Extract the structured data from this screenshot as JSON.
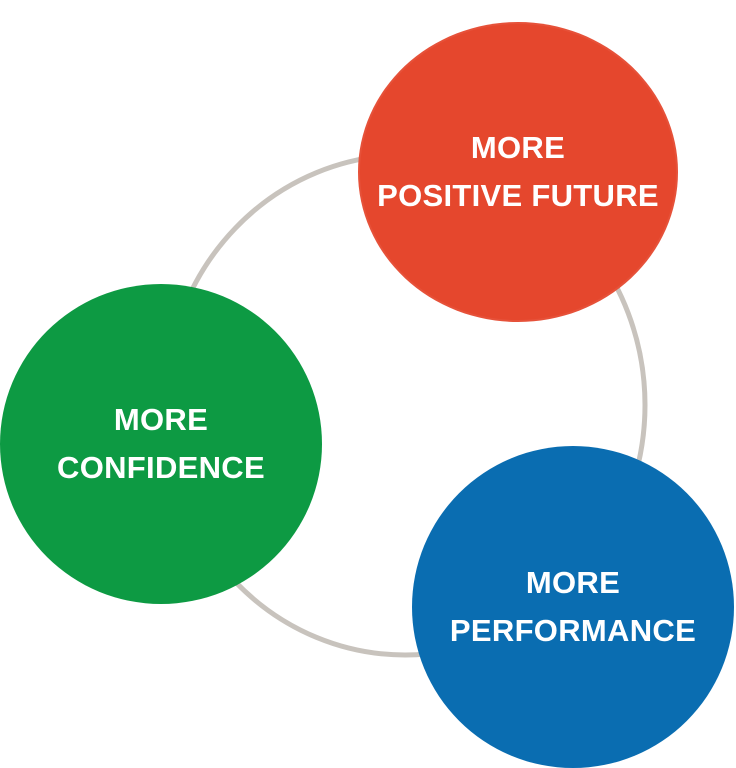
{
  "diagram": {
    "nodes": [
      {
        "id": "future",
        "lines": [
          "MORE",
          "POSITIVE FUTURE"
        ],
        "color": "#e5472d"
      },
      {
        "id": "confidence",
        "lines": [
          "MORE",
          "CONFIDENCE"
        ],
        "color": "#0d9a43"
      },
      {
        "id": "performance",
        "lines": [
          "MORE",
          "PERFORMANCE"
        ],
        "color": "#0a6db1"
      }
    ],
    "ring_color": "#c8c3bd",
    "cycle": [
      "future",
      "performance",
      "confidence"
    ]
  }
}
